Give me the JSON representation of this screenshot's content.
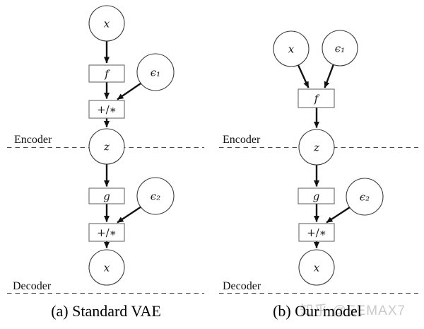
{
  "figure": {
    "panels": [
      {
        "caption": "(a) Standard VAE",
        "encoder_label": "Encoder",
        "decoder_label": "Decoder",
        "nodes": {
          "x_input": "x",
          "f": "f",
          "eps1": "ϵ₁",
          "op1": "+/∗",
          "z": "z",
          "g": "g",
          "eps2": "ϵ₂",
          "op2": "+/∗",
          "x_output": "x"
        }
      },
      {
        "caption": "(b) Our model",
        "encoder_label": "Encoder",
        "decoder_label": "Decoder",
        "nodes": {
          "x_input": "x",
          "f": "f",
          "eps1": "ϵ₁",
          "z": "z",
          "g": "g",
          "eps2": "ϵ₂",
          "op2": "+/∗",
          "x_output": "x"
        }
      }
    ],
    "watermark": "知乎 @EEMAX7",
    "colors": {
      "background": "#ffffff",
      "stroke": "#111111",
      "watermark": "#c9c9c9"
    }
  }
}
